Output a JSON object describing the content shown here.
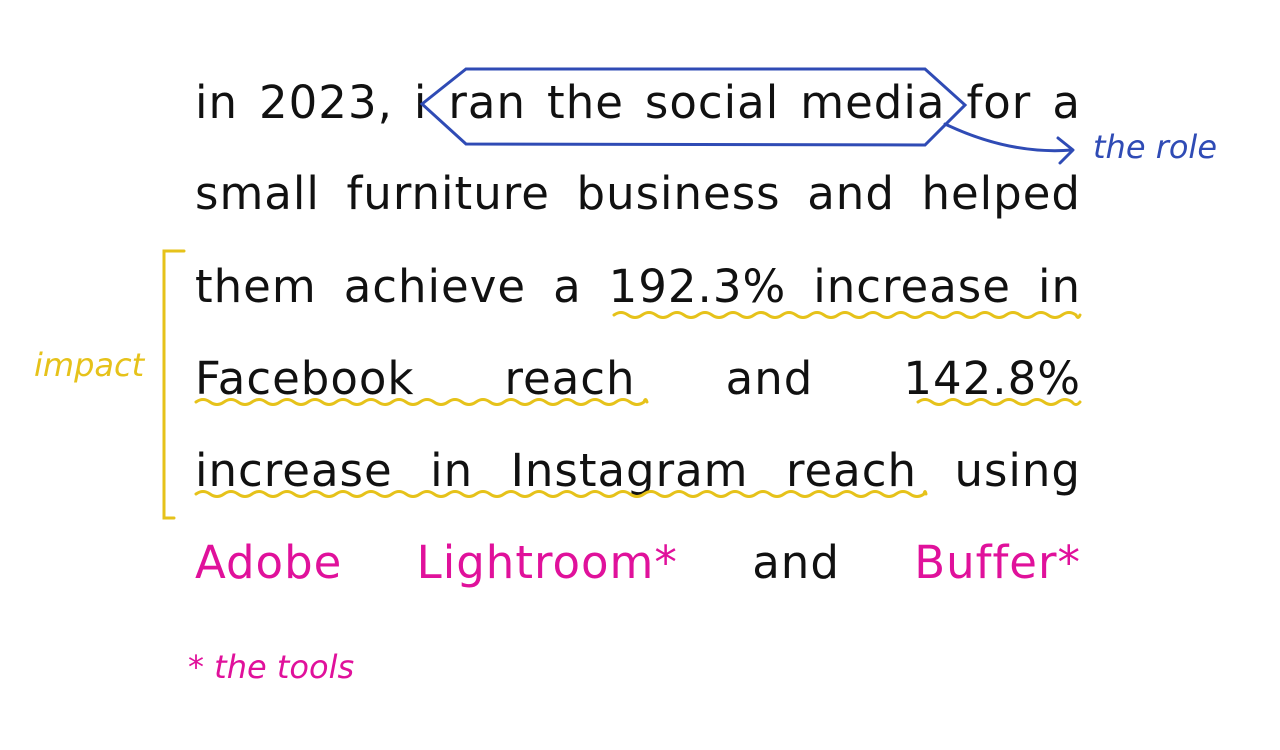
{
  "colors": {
    "text": "#111111",
    "role": "#2f4bb5",
    "impact": "#e6c21a",
    "tools": "#e0119b"
  },
  "lines": [
    [
      "in",
      "2023,",
      "i",
      "ran",
      "the",
      "social",
      "media",
      "for",
      "a"
    ],
    [
      "small",
      "furniture",
      "business",
      "and",
      "helped"
    ],
    [
      "them",
      "achieve",
      "a",
      "192.3%",
      "increase",
      "in"
    ],
    [
      "Facebook",
      "reach",
      "and",
      "142.8%"
    ],
    [
      "increase",
      "in",
      "Instagram",
      "reach",
      "using"
    ],
    [
      "Adobe",
      "Lightroom*",
      "and",
      "Buffer*"
    ]
  ],
  "tool_words": [
    "Adobe",
    "Lightroom*",
    "Buffer*"
  ],
  "annotations": {
    "role": "the role",
    "impact": "impact",
    "tools": "* the tools"
  },
  "icons": {
    "role_box": "hexagon-highlight-icon",
    "role_arrow": "curved-arrow-icon",
    "impact_bracket": "bracket-icon",
    "impact_underline": "wavy-underline-icon"
  }
}
